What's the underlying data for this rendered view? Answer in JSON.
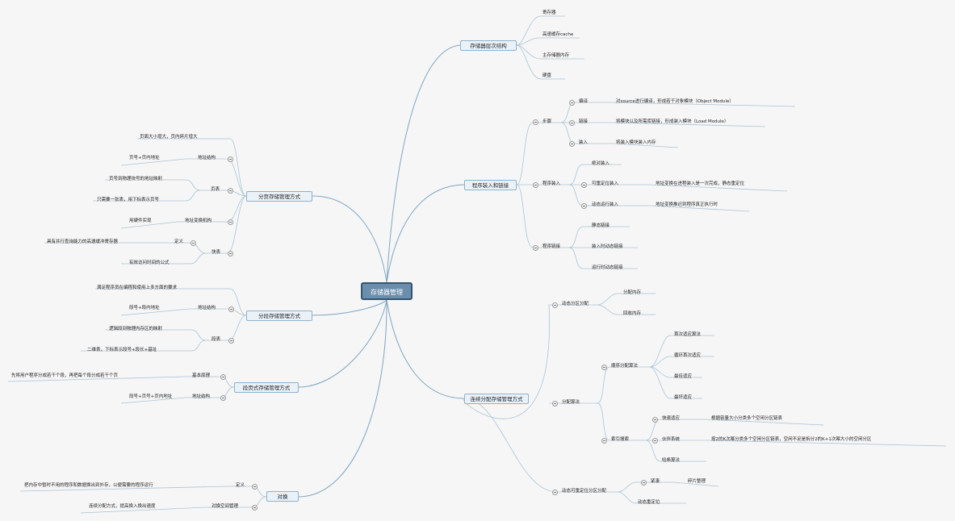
{
  "root": "存储器管理",
  "hierarchy": {
    "title": "存储器层次结构",
    "items": [
      "寄存器",
      "高速缓存cache",
      "主存储器内存",
      "硬盘"
    ]
  },
  "loading": {
    "title": "程序装入和链接",
    "steps": {
      "label": "步骤",
      "items": [
        {
          "label": "编译",
          "desc": "对source进行编译，形成若干对象模块（Object Module）"
        },
        {
          "label": "链接",
          "desc": "将模块以及所需库链接，形成装入模块（Load Module）"
        },
        {
          "label": "装入",
          "desc": "将装入模块装入内存"
        }
      ]
    },
    "load": {
      "label": "程序装入",
      "items": [
        {
          "label": "绝对装入",
          "desc": ""
        },
        {
          "label": "可重定位装入",
          "desc": "地址变换在进程装入是一次完成，静态重定位"
        },
        {
          "label": "动态运行装入",
          "desc": "地址变换推迟到程序真正执行时"
        }
      ]
    },
    "link": {
      "label": "程序链接",
      "items": [
        "静态链接",
        "装入时动态链接",
        "运行时动态链接"
      ]
    }
  },
  "contiguous": {
    "title": "连续分配存储管理方式",
    "dyn": {
      "label": "动态分区分配",
      "items": [
        "分配内存",
        "回收内存"
      ]
    },
    "alg": {
      "label": "分配算法",
      "seq": {
        "label": "顺序分配算法",
        "items": [
          "首次适应算法",
          "循环首次适应",
          "最佳适应",
          "最坏适应"
        ]
      },
      "idx": {
        "label": "索引搜索",
        "items": [
          {
            "label": "快速适应",
            "desc": "根据容量大小分类多个空闲分区链表"
          },
          {
            "label": "伙伴系统",
            "desc": "按2的K次幂分类多个空闲分区链表，空闲不足是拆分2的K+1次幂大小的空闲分区"
          },
          {
            "label": "哈希算法",
            "desc": ""
          }
        ]
      }
    },
    "reloc": {
      "label": "动态可重定位分区分配",
      "compact": "紧凑",
      "compact_desc": "碎片整理",
      "dyn": "动态重定位"
    }
  },
  "paging": {
    "title": "分页存储管理方式",
    "top": "页面大小增大，页内碎片增大",
    "addr": {
      "label": "地址结构",
      "desc": "页号+页内地址"
    },
    "table": {
      "label": "页表",
      "desc1": "页号到物理块号的地址映射",
      "desc2": "只需要一张表，用下标表示页号"
    },
    "mech": {
      "label": "地址变换机构",
      "desc": "用硬件实现"
    },
    "tlb": {
      "label": "快表",
      "def_label": "定义",
      "def": "具有并行查询能力的高速缓冲寄存器",
      "formula": "有效访问时间的公式"
    }
  },
  "segment": {
    "title": "分段存储管理方式",
    "top": "满足程序员在编程和使用上多方面的要求",
    "addr": {
      "label": "地址结构",
      "desc": "段号+段内地址"
    },
    "table": {
      "label": "段表",
      "desc1": "逻辑段到物理内存区的映射",
      "desc2": "二维表，下标表示段号+段长+基址"
    }
  },
  "segpage": {
    "title": "段页式存储管理方式",
    "basic": {
      "label": "基本原理",
      "desc": "先将用户程序分成若干个段，再把每个段分成若干个页"
    },
    "addr": {
      "label": "地址结构",
      "desc": "段号+页号+页内地址"
    }
  },
  "swap": {
    "title": "对换",
    "def": {
      "label": "定义",
      "desc": "把内存中暂时不用的程序和数据换出到外存，以便需要的程序运行"
    },
    "space": {
      "label": "对换空间管理",
      "desc": "连续分配方式，提高换入换出速度"
    }
  }
}
